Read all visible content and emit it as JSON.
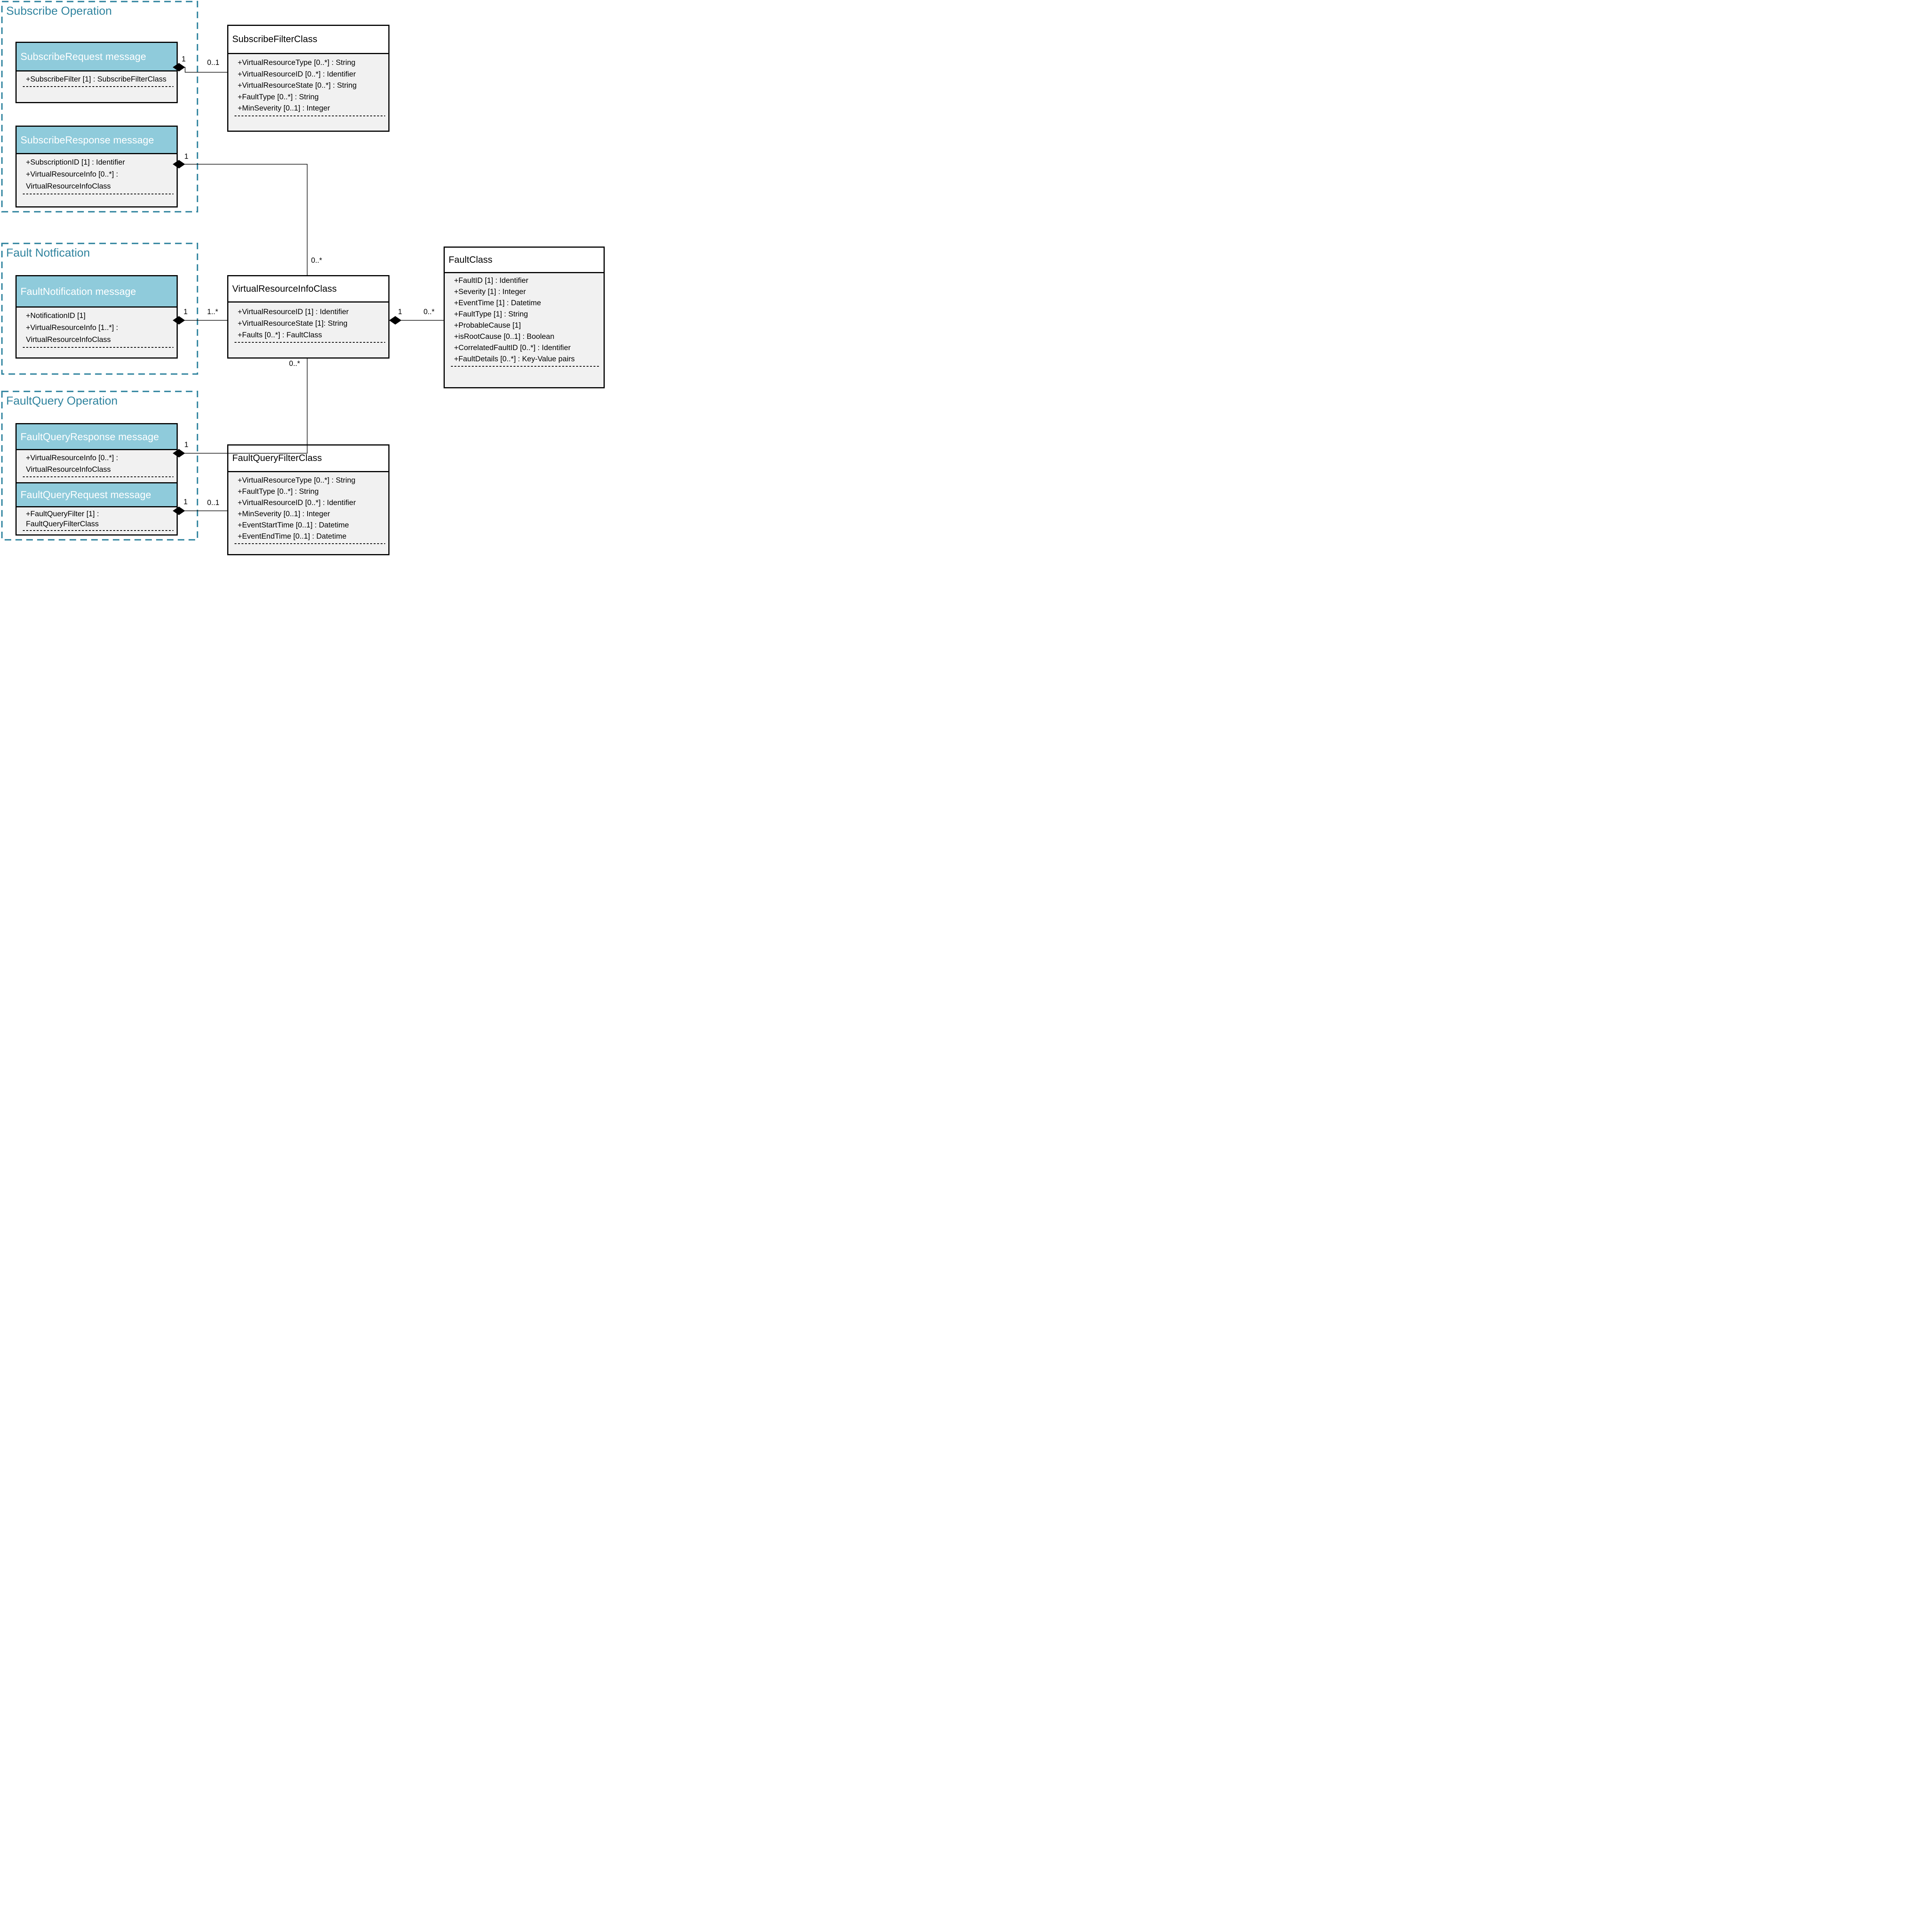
{
  "diagram": {
    "groups": [
      {
        "title": "Subscribe Operation"
      },
      {
        "title": "Fault Notfication"
      },
      {
        "title": "FaultQuery Operation"
      }
    ],
    "classes": {
      "subscribe_request": {
        "title": "SubscribeRequest message",
        "attributes": [
          "+SubscribeFilter [1] : SubscribeFilterClass"
        ]
      },
      "subscribe_filter": {
        "title": "SubscribeFilterClass",
        "attributes": [
          "+VirtualResourceType [0..*] : String",
          "+VirtualResourceID [0..*] : Identifier",
          "+VirtualResourceState [0..*] : String",
          "+FaultType [0..*] : String",
          "+MinSeverity [0..1] : Integer"
        ]
      },
      "subscribe_response": {
        "title": "SubscribeResponse message",
        "attributes": [
          "+SubscriptionID [1] : Identifier",
          "+VirtualResourceInfo [0..*] :",
          "VirtualResourceInfoClass"
        ]
      },
      "fault_notification_msg": {
        "title": "FaultNotification message",
        "attributes": [
          "+NotificationID [1]",
          "+VirtualResourceInfo [1..*] :",
          "VirtualResourceInfoClass"
        ]
      },
      "virtual_resource_info": {
        "title": "VirtualResourceInfoClass",
        "attributes": [
          "+VirtualResourceID [1] : Identifier",
          "+VirtualResourceState [1]: String",
          "+Faults [0..*] : FaultClass"
        ]
      },
      "fault_class": {
        "title": "FaultClass",
        "attributes": [
          "+FaultID [1] : Identifier",
          "+Severity [1] : Integer",
          "+EventTime [1] : Datetime",
          "+FaultType [1] : String",
          "+ProbableCause [1]",
          "+isRootCause [0..1] : Boolean",
          "+CorrelatedFaultID [0..*] : Identifier",
          "+FaultDetails [0..*] : Key-Value pairs"
        ]
      },
      "faultquery_response": {
        "title": "FaultQueryResponse message",
        "attributes": [
          "+VirtualResourceInfo [0..*] :",
          "VirtualResourceInfoClass"
        ]
      },
      "faultquery_request": {
        "title": "FaultQueryRequest message",
        "attributes": [
          "+FaultQueryFilter [1] :",
          "FaultQueryFilterClass"
        ]
      },
      "faultquery_filter": {
        "title": "FaultQueryFilterClass",
        "attributes": [
          "+VirtualResourceType [0..*] : String",
          "+FaultType [0..*] : String",
          "+VirtualResourceID [0..*] : Identifier",
          "+MinSeverity [0..1] : Integer",
          "+EventStartTime [0..1] : Datetime",
          "+EventEndTime [0..1] : Datetime"
        ]
      }
    },
    "multiplicities": {
      "e1_source": "1",
      "e1_target": "0..1",
      "e2_source": "1",
      "e2_target": "0..*",
      "e3_source": "1",
      "e3_target": "1..*",
      "e4_source": "1",
      "e4_target": "0..*",
      "e5_source": "1",
      "e5_target": "0..*",
      "e6_source": "1",
      "e6_target": "0..1"
    },
    "colors": {
      "header_fill": "#8FCBDB",
      "accent": "#2F839E",
      "body_fill": "#F1F1F1",
      "line": "#000000"
    }
  }
}
